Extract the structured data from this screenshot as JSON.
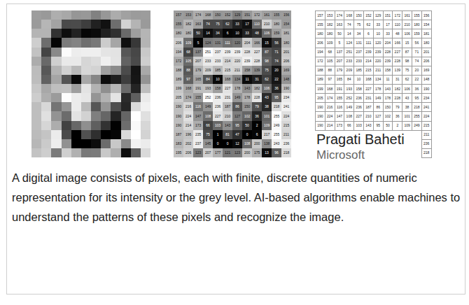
{
  "diagram": {
    "caption": "A digital image consists of pixels, each with finite, discrete quantities of numeric representation for its intensity or the grey level. AI-based algorithms enable machines to understand the patterns of these pixels and recognize the image.",
    "labels": [
      "157",
      "153",
      "174",
      "168",
      "150",
      "152",
      "129",
      "151",
      "172",
      "161",
      "155",
      "156",
      "155",
      "182",
      "163",
      "74",
      "75",
      "62",
      "33",
      "17",
      "110",
      "210",
      "180",
      "154",
      "180",
      "180",
      "50",
      "14",
      "34",
      "6",
      "10",
      "33",
      "48",
      "106",
      "159",
      "181",
      "206",
      "109",
      "5",
      "124",
      "131",
      "111",
      "120",
      "204",
      "166",
      "15",
      "56",
      "180",
      "194",
      "68",
      "137",
      "251",
      "237",
      "239",
      "239",
      "228",
      "227",
      "87",
      "71",
      "201",
      "172",
      "105",
      "207",
      "233",
      "233",
      "214",
      "220",
      "239",
      "228",
      "98",
      "74",
      "206",
      "188",
      "88",
      "179",
      "209",
      "185",
      "215",
      "211",
      "158",
      "139",
      "75",
      "20",
      "169",
      "189",
      "97",
      "165",
      "84",
      "10",
      "168",
      "134",
      "11",
      "31",
      "62",
      "22",
      "148",
      "199",
      "168",
      "191",
      "193",
      "158",
      "227",
      "178",
      "143",
      "182",
      "106",
      "36",
      "190",
      "205",
      "174",
      "155",
      "252",
      "236",
      "231",
      "149",
      "178",
      "228",
      "43",
      "95",
      "234",
      "190",
      "216",
      "116",
      "149",
      "236",
      "187",
      "86",
      "150",
      "79",
      "38",
      "218",
      "241",
      "190",
      "224",
      "147",
      "108",
      "227",
      "210",
      "127",
      "102",
      "36",
      "101",
      "255",
      "224",
      "190",
      "214",
      "173",
      "66",
      "103",
      "143",
      "95",
      "50",
      "2",
      "109",
      "249",
      "215",
      "187",
      "196",
      "235",
      "75",
      "1",
      "81",
      "47",
      "0",
      "6",
      "217",
      "255",
      "211",
      "183",
      "202",
      "237",
      "145",
      "0",
      "0",
      "12",
      "108",
      "200",
      "138",
      "243",
      "236",
      "195",
      "206",
      "123",
      "207",
      "177",
      "121",
      "123",
      "200",
      "175",
      "13",
      "96",
      "218",
      "157",
      "153",
      "174",
      "168",
      "150",
      "152",
      "129",
      "151",
      "172",
      "161",
      "155",
      "156",
      "155",
      "182",
      "163",
      "74",
      "75",
      "62",
      "33",
      "17",
      "110",
      "210",
      "180",
      "154",
      "180",
      "180",
      "50",
      "14",
      "34",
      "6",
      "10",
      "33",
      "48",
      "106",
      "159",
      "181",
      "206",
      "109",
      "5",
      "124",
      "131",
      "111",
      "120",
      "204",
      "166",
      "15",
      "56",
      "180",
      "194",
      "68",
      "137",
      "251",
      "237",
      "239",
      "239",
      "228",
      "227",
      "87",
      "71",
      "201",
      "172",
      "105",
      "207",
      "233",
      "233",
      "214",
      "220",
      "239",
      "228",
      "98",
      "74",
      "206",
      "188",
      "88",
      "179",
      "209",
      "185",
      "215",
      "211",
      "158",
      "139",
      "75",
      "20",
      "169",
      "189",
      "97",
      "165",
      "84",
      "10",
      "168",
      "134",
      "11",
      "31",
      "62",
      "22",
      "148",
      "199",
      "168",
      "191",
      "193",
      "158",
      "227",
      "178",
      "143",
      "182",
      "106",
      "36",
      "190",
      "205",
      "174",
      "155",
      "252",
      "236",
      "231",
      "149",
      "178",
      "228",
      "43",
      "95",
      "234",
      "190",
      "216",
      "116",
      "149",
      "236",
      "187",
      "86",
      "150",
      "79",
      "38",
      "218",
      "241",
      "190",
      "224",
      "147",
      "108",
      "227",
      "210",
      "127",
      "102",
      "36",
      "101",
      "255",
      "224",
      "190",
      "214",
      "173",
      "66",
      "103",
      "143",
      "95",
      "50",
      "2",
      "109",
      "249",
      "215",
      "211",
      "236",
      "218",
      "Pragati Baheti",
      "Microsoft"
    ]
  }
}
